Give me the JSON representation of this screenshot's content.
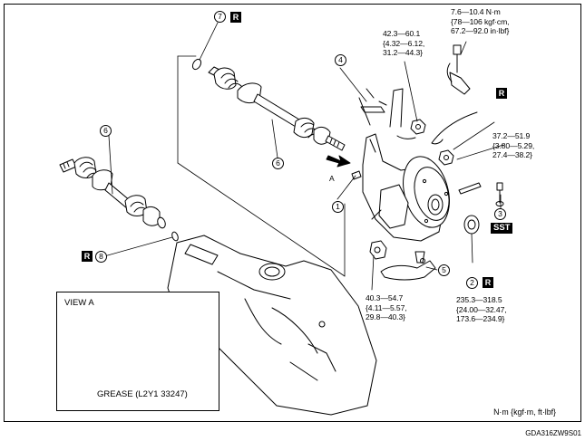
{
  "callouts": [
    "1",
    "2",
    "3",
    "4",
    "5",
    "6",
    "6",
    "7",
    "8"
  ],
  "badges": {
    "replace": "R",
    "special_tool": "SST"
  },
  "torque": {
    "t1": {
      "line1": "7.6—10.4 N·m",
      "line2": "{78—106 kgf·cm,",
      "line3": "67.2—92.0 in·lbf}"
    },
    "t2": {
      "line1": "42.3—60.1",
      "line2": "{4.32—6.12,",
      "line3": "31.2—44.3}"
    },
    "t3": {
      "line1": "37.2—51.9",
      "line2": "{3.80—5.29,",
      "line3": "27.4—38.2}"
    },
    "t4": {
      "line1": "40.3—54.7",
      "line2": "{4.11—5.57,",
      "line3": "29.8—40.3}"
    },
    "t5": {
      "line1": "235.3—318.5",
      "line2": "{24.00—32.47,",
      "line3": "173.6—234.9}"
    }
  },
  "view_letter": "A",
  "view": {
    "title": "VIEW A",
    "grease": "GREASE (L2Y1 33247)"
  },
  "units": "N·m {kgf·m, ft·lbf}",
  "figure_code": "GDA316ZW9S01"
}
